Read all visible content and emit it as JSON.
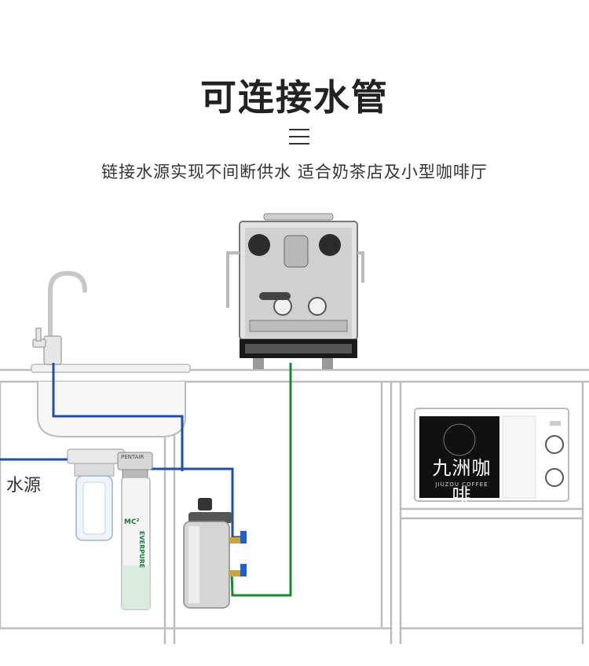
{
  "heading": "可连接水管",
  "subheading": "链接水源实现不间断供水  适合奶茶店及小型咖啡厅",
  "water_source_label": "水源",
  "microwave_logo": {
    "name": "九洲咖啡",
    "sub": "JIUZOU COFFEE"
  },
  "filter_brand": "PENTAIR",
  "filter_model": "MC²",
  "filter_name": "EVERPURE",
  "colors": {
    "blue_pipe": "#1f4fa8",
    "green_pipe": "#1b8a2e",
    "cabinet_line": "#b8b8b8"
  }
}
